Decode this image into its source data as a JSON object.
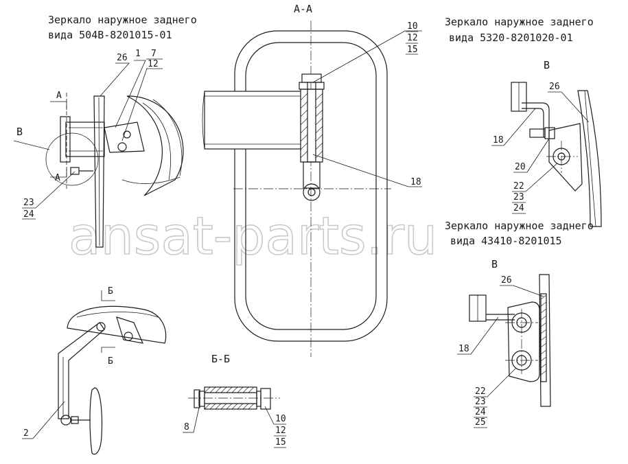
{
  "titles": {
    "mirror_504": [
      "Зеркало наружное заднего",
      "вида 504В-8201015-01"
    ],
    "mirror_5320": [
      "Зеркало наружное заднего",
      "вида 5320-8201020-01"
    ],
    "mirror_43410": [
      "Зеркало наружное заднего",
      "вида 43410-8201015"
    ]
  },
  "views": {
    "section_aa": "А-А",
    "section_bb": "Б-Б",
    "view_b_top": "В",
    "view_b_bottom": "В",
    "view_b_left": "В",
    "cut_a_top": "А",
    "cut_a_bottom": "А",
    "cut_b_top": "Б",
    "cut_b_bottom": "Б"
  },
  "callouts": {
    "left_top": [
      "26",
      "1",
      "7"
    ],
    "left_top_under": "12",
    "left_23": "23",
    "left_24": "24",
    "left_2": "2",
    "aa_10": "10",
    "aa_12": "12",
    "aa_15": "15",
    "aa_18": "18",
    "bb_8": "8",
    "bb_10": "10",
    "bb_12": "12",
    "bb_15": "15",
    "r1_26": "26",
    "r1_18": "18",
    "r1_20": "20",
    "r1_stack": [
      "22",
      "23",
      "24"
    ],
    "r2_26": "26",
    "r2_18": "18",
    "r2_stack": [
      "22",
      "23",
      "24",
      "25"
    ]
  },
  "watermark": "ansat-parts.ru"
}
